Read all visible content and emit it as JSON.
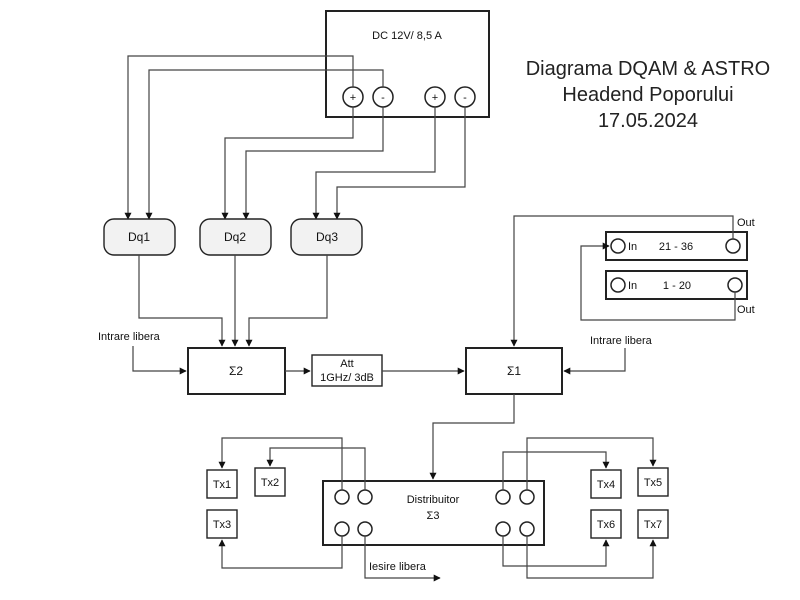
{
  "title": {
    "line1": "Diagrama DQAM & ASTRO",
    "line2": "Headend Poporului",
    "line3": "17.05.2024"
  },
  "power_supply": {
    "label": "DC 12V/ 8,5 A",
    "terminals": [
      "+",
      "-",
      "+",
      "-"
    ]
  },
  "modulators": [
    "Dq1",
    "Dq2",
    "Dq3"
  ],
  "combiner2": {
    "label": "Σ2",
    "free_input": "Intrare libera"
  },
  "attenuator": {
    "line1": "Att",
    "line2": "1GHz/ 3dB"
  },
  "combiner1": {
    "label": "Σ1",
    "free_input": "Intrare libera"
  },
  "astro": {
    "unit_a": {
      "in": "In",
      "range": "21 - 36",
      "out": "Out"
    },
    "unit_b": {
      "in": "In",
      "range": "1 - 20",
      "out": "Out"
    }
  },
  "distributor": {
    "line1": "Distribuitor",
    "line2": "Σ3",
    "free_output": "Iesire libera"
  },
  "transmitters": [
    "Tx1",
    "Tx2",
    "Tx3",
    "Tx4",
    "Tx5",
    "Tx6",
    "Tx7"
  ]
}
